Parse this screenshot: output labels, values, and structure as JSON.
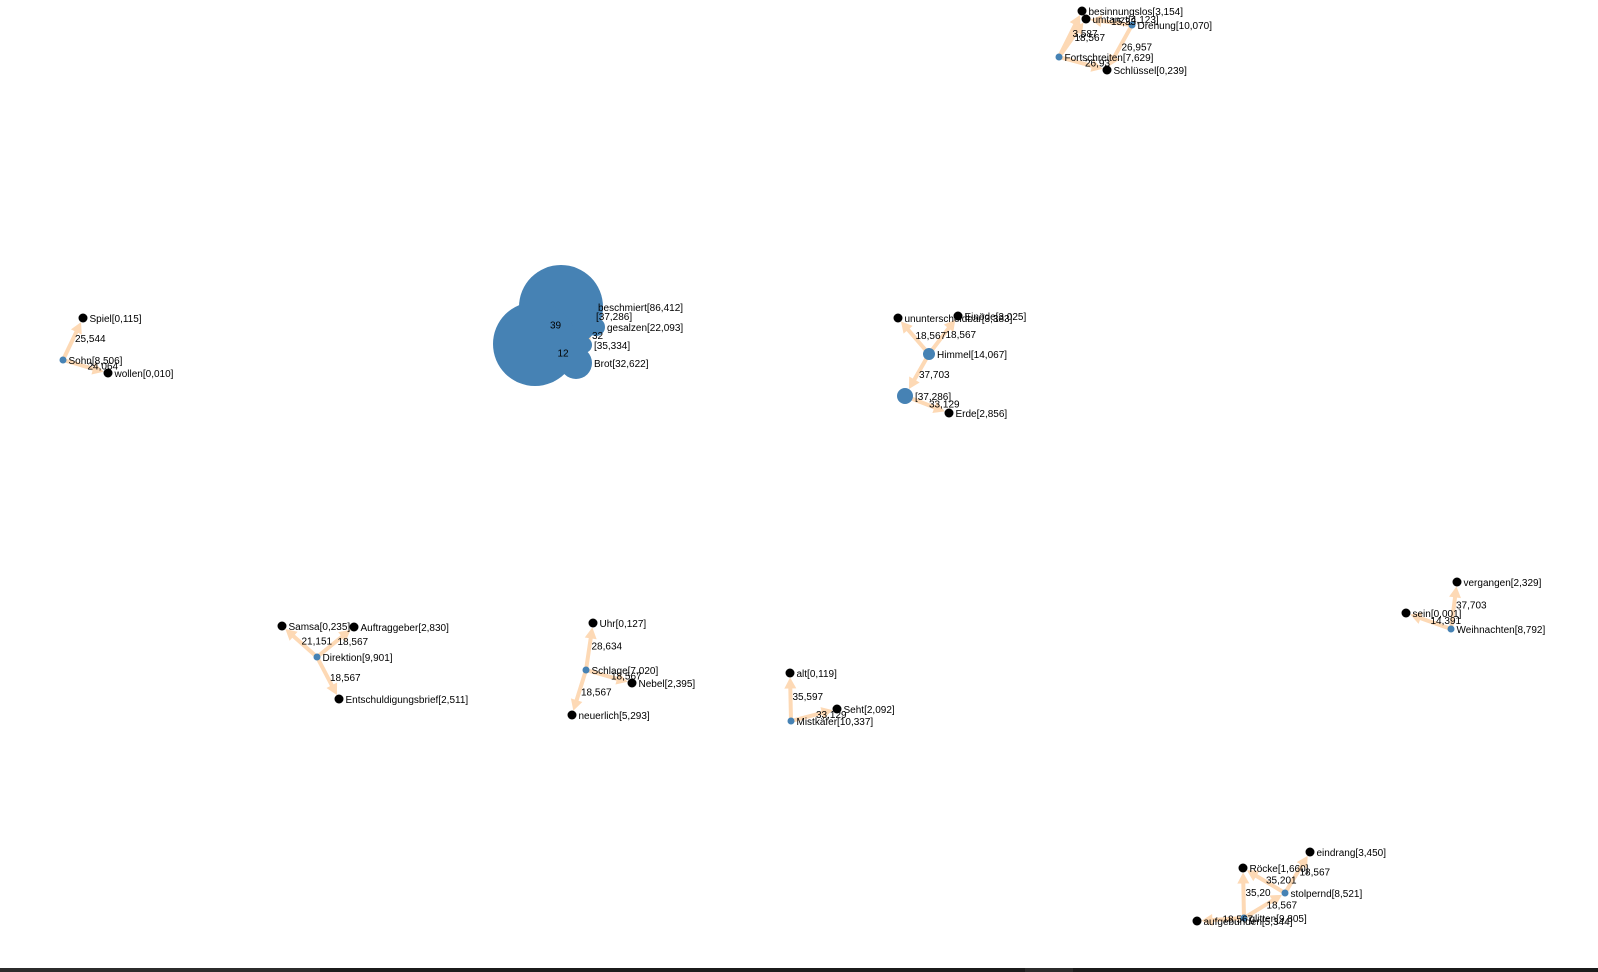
{
  "colors": {
    "background": "#ffffff",
    "edge": "#fdd9b5",
    "node_hub": "#4682b4",
    "node_leaf": "#000000",
    "label_text": "#000000"
  },
  "nodes": [
    {
      "id": "beschmiert",
      "label": "beschmiert[86,412]",
      "type": "hub"
    },
    {
      "id": "c1",
      "label": "[37,286]",
      "type": "hub"
    },
    {
      "id": "gesalzen",
      "label": "gesalzen[22,093]",
      "type": "hub"
    },
    {
      "id": "c3",
      "label": "[35,334]",
      "type": "hub"
    },
    {
      "id": "brot",
      "label": "Brot[32,622]",
      "type": "hub"
    },
    {
      "id": "spiel",
      "label": "Spiel[0,115]",
      "type": "leaf"
    },
    {
      "id": "sohn",
      "label": "Sohn[8,506]",
      "type": "hub"
    },
    {
      "id": "wollen",
      "label": "wollen[0,010]",
      "type": "leaf"
    },
    {
      "id": "besinnungslos",
      "label": "besinnungslos[3,154]",
      "type": "leaf"
    },
    {
      "id": "umtanzt",
      "label": "umtanzt[4,123]",
      "type": "leaf"
    },
    {
      "id": "drehung",
      "label": "Drehung[10,070]",
      "type": "hub"
    },
    {
      "id": "fortschreiten",
      "label": "Fortschreiten[7,629]",
      "type": "hub"
    },
    {
      "id": "schluessel",
      "label": "Schlüssel[0,239]",
      "type": "leaf"
    },
    {
      "id": "ununterscheidbar",
      "label": "ununterscheidbar[3,383]",
      "type": "leaf"
    },
    {
      "id": "einoede",
      "label": "Einöde[3,025]",
      "type": "leaf"
    },
    {
      "id": "himmel",
      "label": "Himmel[14,067]",
      "type": "hub"
    },
    {
      "id": "c17",
      "label": "[37,286]",
      "type": "hub"
    },
    {
      "id": "erde",
      "label": "Erde[2,856]",
      "type": "leaf"
    },
    {
      "id": "samsa",
      "label": "Samsa[0,235]",
      "type": "leaf"
    },
    {
      "id": "auftraggeber",
      "label": "Auftraggeber[2,830]",
      "type": "leaf"
    },
    {
      "id": "direktion",
      "label": "Direktion[9,901]",
      "type": "hub"
    },
    {
      "id": "entschuldigungsbrief",
      "label": "Entschuldigungsbrief[2,511]",
      "type": "leaf"
    },
    {
      "id": "uhr",
      "label": "Uhr[0,127]",
      "type": "leaf"
    },
    {
      "id": "schlage",
      "label": "Schlage[7,020]",
      "type": "hub"
    },
    {
      "id": "nebel",
      "label": "Nebel[2,395]",
      "type": "leaf"
    },
    {
      "id": "neuerlich",
      "label": "neuerlich[5,293]",
      "type": "leaf"
    },
    {
      "id": "alt",
      "label": "alt[0,119]",
      "type": "leaf"
    },
    {
      "id": "seht",
      "label": "Seht[2,092]",
      "type": "leaf"
    },
    {
      "id": "mistkaefer",
      "label": "Mistkäfer[10,337]",
      "type": "hub"
    },
    {
      "id": "vergangen",
      "label": "vergangen[2,329]",
      "type": "leaf"
    },
    {
      "id": "sein",
      "label": "sein[0,001]",
      "type": "leaf"
    },
    {
      "id": "weihnachten",
      "label": "Weihnachten[8,792]",
      "type": "hub"
    },
    {
      "id": "eindrang",
      "label": "eindrang[3,450]",
      "type": "leaf"
    },
    {
      "id": "roecke",
      "label": "Röcke[1,660]",
      "type": "leaf"
    },
    {
      "id": "stolpernd",
      "label": "stolpernd[8,521]",
      "type": "hub"
    },
    {
      "id": "aufgebunden",
      "label": "aufgebunden[5,344]",
      "type": "leaf"
    },
    {
      "id": "glitten",
      "label": "glitten[9,805]",
      "type": "hub"
    }
  ],
  "edges": [
    {
      "source": "c1",
      "target": "beschmiert",
      "label": "39"
    },
    {
      "source": "c3",
      "target": "gesalzen",
      "label": "32"
    },
    {
      "source": "c1",
      "target": "brot",
      "label": "12"
    },
    {
      "source": "sohn",
      "target": "spiel",
      "label": "25,544"
    },
    {
      "source": "sohn",
      "target": "wollen",
      "label": "24,064"
    },
    {
      "source": "fortschreiten",
      "target": "besinnungslos",
      "label": "3,587"
    },
    {
      "source": "fortschreiten",
      "target": "umtanzt",
      "label": "18,567"
    },
    {
      "source": "drehung",
      "target": "umtanzt",
      "label": "15,33"
    },
    {
      "source": "drehung",
      "target": "schluessel",
      "label": "26,957"
    },
    {
      "source": "fortschreiten",
      "target": "schluessel",
      "label": "26,93"
    },
    {
      "source": "himmel",
      "target": "ununterscheidbar",
      "label": "18,567"
    },
    {
      "source": "himmel",
      "target": "einoede",
      "label": "18,567"
    },
    {
      "source": "himmel",
      "target": "c17",
      "label": "37,703"
    },
    {
      "source": "c17",
      "target": "erde",
      "label": "33,129"
    },
    {
      "source": "direktion",
      "target": "samsa",
      "label": "21,151"
    },
    {
      "source": "direktion",
      "target": "auftraggeber",
      "label": "18,567"
    },
    {
      "source": "direktion",
      "target": "entschuldigungsbrief",
      "label": "18,567"
    },
    {
      "source": "schlage",
      "target": "uhr",
      "label": "28,634"
    },
    {
      "source": "schlage",
      "target": "nebel",
      "label": "18,567"
    },
    {
      "source": "schlage",
      "target": "neuerlich",
      "label": "18,567"
    },
    {
      "source": "mistkaefer",
      "target": "alt",
      "label": "35,597"
    },
    {
      "source": "mistkaefer",
      "target": "seht",
      "label": "33,129"
    },
    {
      "source": "weihnachten",
      "target": "vergangen",
      "label": "37,703"
    },
    {
      "source": "weihnachten",
      "target": "sein",
      "label": "14,391"
    },
    {
      "source": "stolpernd",
      "target": "eindrang",
      "label": "18,567"
    },
    {
      "source": "stolpernd",
      "target": "roecke",
      "label": "35,201"
    },
    {
      "source": "glitten",
      "target": "roecke",
      "label": "35,20"
    },
    {
      "source": "glitten",
      "target": "stolpernd",
      "label": "18,567"
    },
    {
      "source": "glitten",
      "target": "aufgebunden",
      "label": "18,567"
    }
  ]
}
